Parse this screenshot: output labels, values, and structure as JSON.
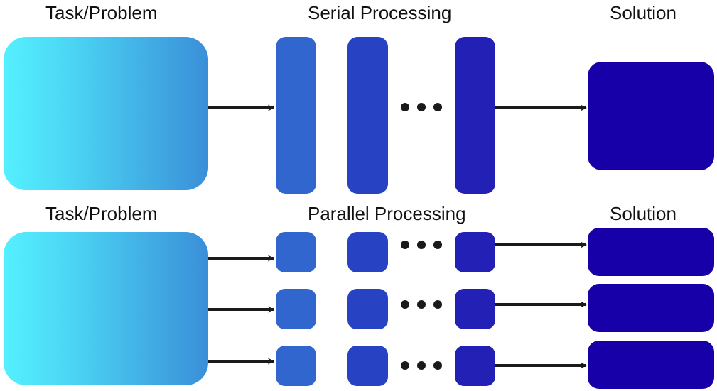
{
  "serial": {
    "task_label": "Task/Problem",
    "process_label": "Serial Processing",
    "solution_label": "Solution"
  },
  "parallel": {
    "task_label": "Task/Problem",
    "process_label": "Parallel Processing",
    "solution_label": "Solution"
  },
  "colors": {
    "task_gradient_start": "#55F0FF",
    "task_gradient_mid": "#4CD8F5",
    "task_gradient_end": "#3A8FD8",
    "processor_1": "#3066CE",
    "processor_2": "#2743C4",
    "processor_3": "#2320B5",
    "solution": "#1800A8",
    "arrow": "#1a1a1a",
    "dots": "#1a1a1a"
  }
}
